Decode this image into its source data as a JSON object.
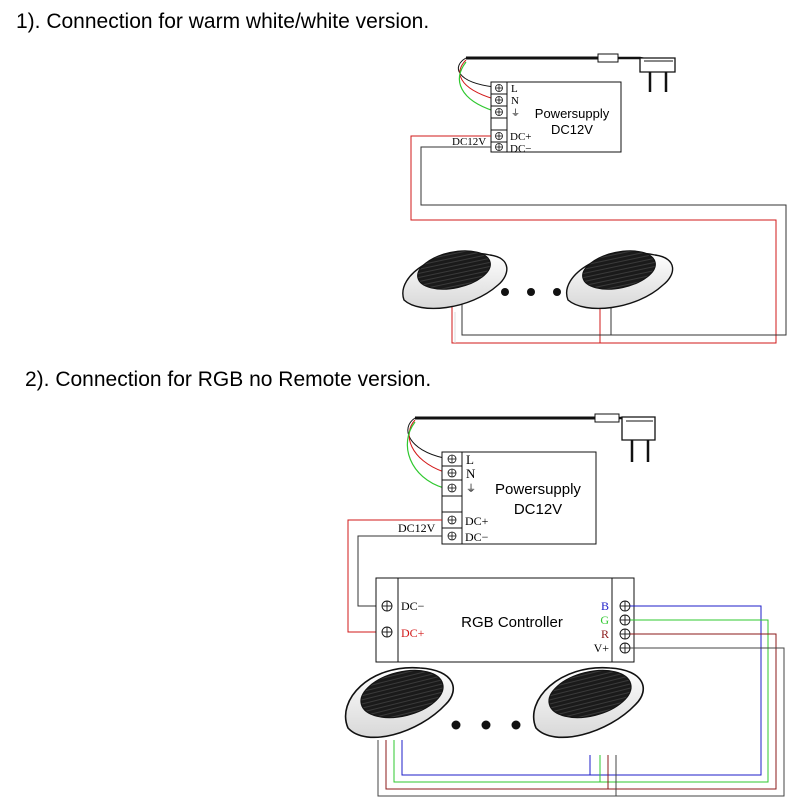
{
  "section1": {
    "heading": "1). Connection for warm white/white version.",
    "terminals": {
      "l": "L",
      "n": "N",
      "earth": "⏚",
      "dcplus": "DC+",
      "dcminus": "DC−"
    },
    "psu": {
      "line1": "Powersupply",
      "line2": "DC12V"
    },
    "voltage_label": "DC12V",
    "dots": "• • •"
  },
  "section2": {
    "heading": "2). Connection for RGB no Remote version.",
    "terminals": {
      "l": "L",
      "n": "N",
      "earth": "⏚",
      "dcplus": "DC+",
      "dcminus": "DC−"
    },
    "psu": {
      "line1": "Powersupply",
      "line2": "DC12V"
    },
    "voltage_label": "DC12V",
    "controller": {
      "title": "RGB Controller",
      "in_minus": "DC−",
      "in_plus": "DC+",
      "out_b": "B",
      "out_g": "G",
      "out_r": "R",
      "out_v": "V+"
    },
    "dots": "• • •"
  },
  "colors": {
    "red_wire": "#d21818",
    "green_wire": "#2fc82f",
    "blue_wire": "#1e1ec8",
    "dark_red_wire": "#8b1a1a",
    "black_wire": "#111111"
  }
}
